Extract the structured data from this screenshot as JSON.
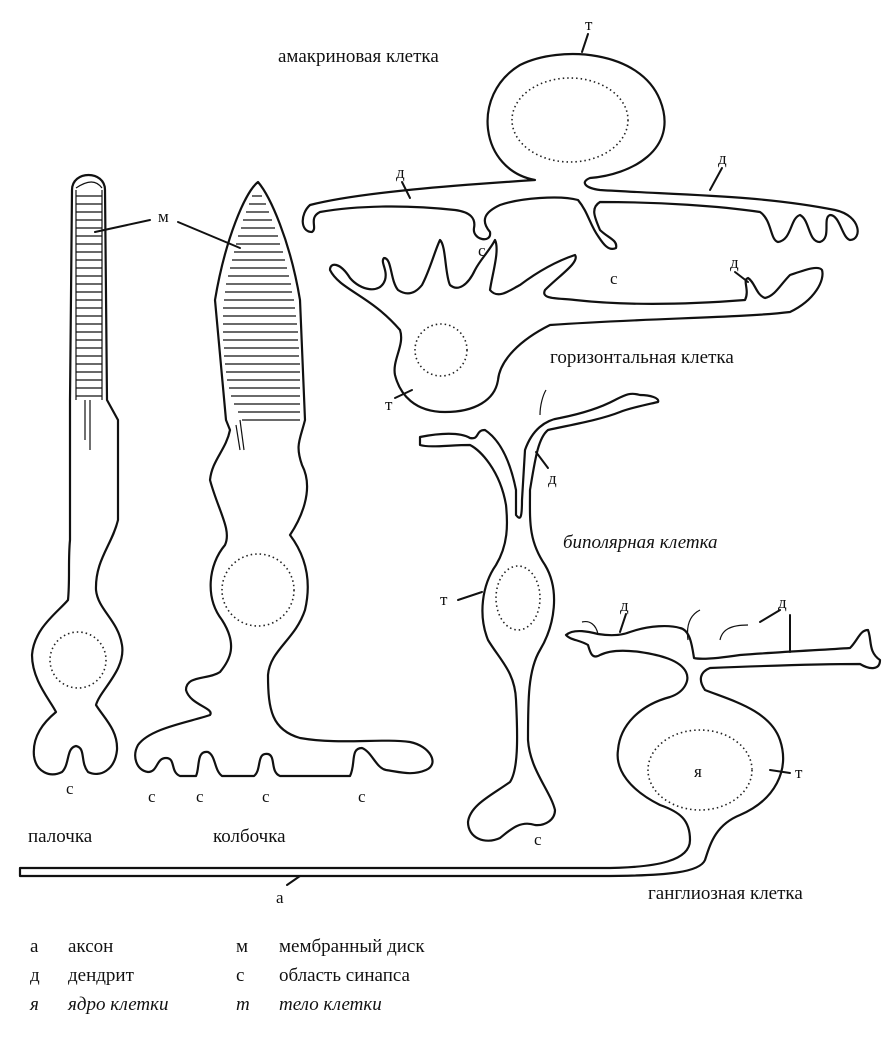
{
  "cells": {
    "amacrine": "амакриновая клетка",
    "horizontal": "горизонтальная клетка",
    "bipolar": "биполярная клетка",
    "ganglion": "ганглиозная клетка",
    "rod": "палочка",
    "cone": "колбочка"
  },
  "marks": {
    "t": "т",
    "d": "д",
    "s": "с",
    "m": "м",
    "ya": "я",
    "a": "а"
  },
  "legend": [
    {
      "key": "а",
      "label": "аксон",
      "italic": false
    },
    {
      "key": "м",
      "label": "мембранный диск",
      "italic": false
    },
    {
      "key": "д",
      "label": "дендрит",
      "italic": false
    },
    {
      "key": "с",
      "label": "область синапса",
      "italic": false
    },
    {
      "key": "я",
      "label": "ядро клетки",
      "italic": true
    },
    {
      "key": "т",
      "label": "тело клетки",
      "italic": true
    }
  ]
}
